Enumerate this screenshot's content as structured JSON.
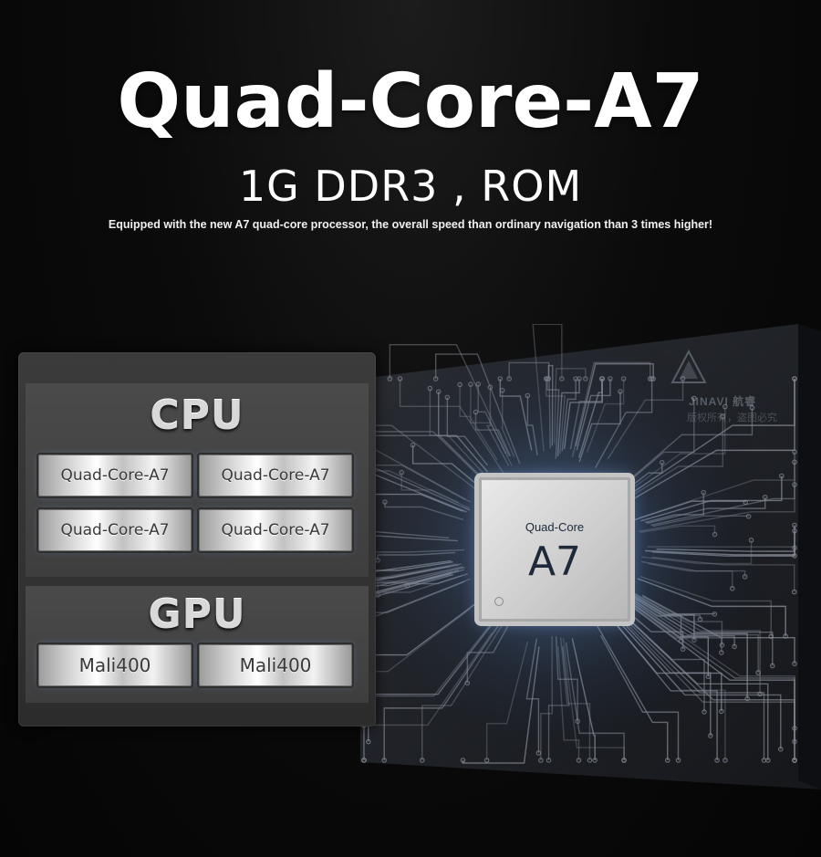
{
  "headline": "Quad-Core-A7",
  "subheadline": "1G DDR3 , ROM",
  "tagline": "Equipped with the new A7 quad-core processor, the overall speed than ordinary navigation than 3 times higher!",
  "cpu": {
    "title": "CPU",
    "cores": [
      "Quad-Core-A7",
      "Quad-Core-A7",
      "Quad-Core-A7",
      "Quad-Core-A7"
    ]
  },
  "gpu": {
    "title": "GPU",
    "units": [
      "Mali400",
      "Mali400"
    ]
  },
  "chip": {
    "label": "Quad-Core",
    "model": "A7"
  },
  "watermark": {
    "brand": "JINAVI 航睿",
    "slogan": "版权所有，盗图必究"
  },
  "colors": {
    "background": "#050505",
    "panel": "#333333",
    "circuit": "#8a8f99",
    "glow": "#7fb4ff"
  }
}
